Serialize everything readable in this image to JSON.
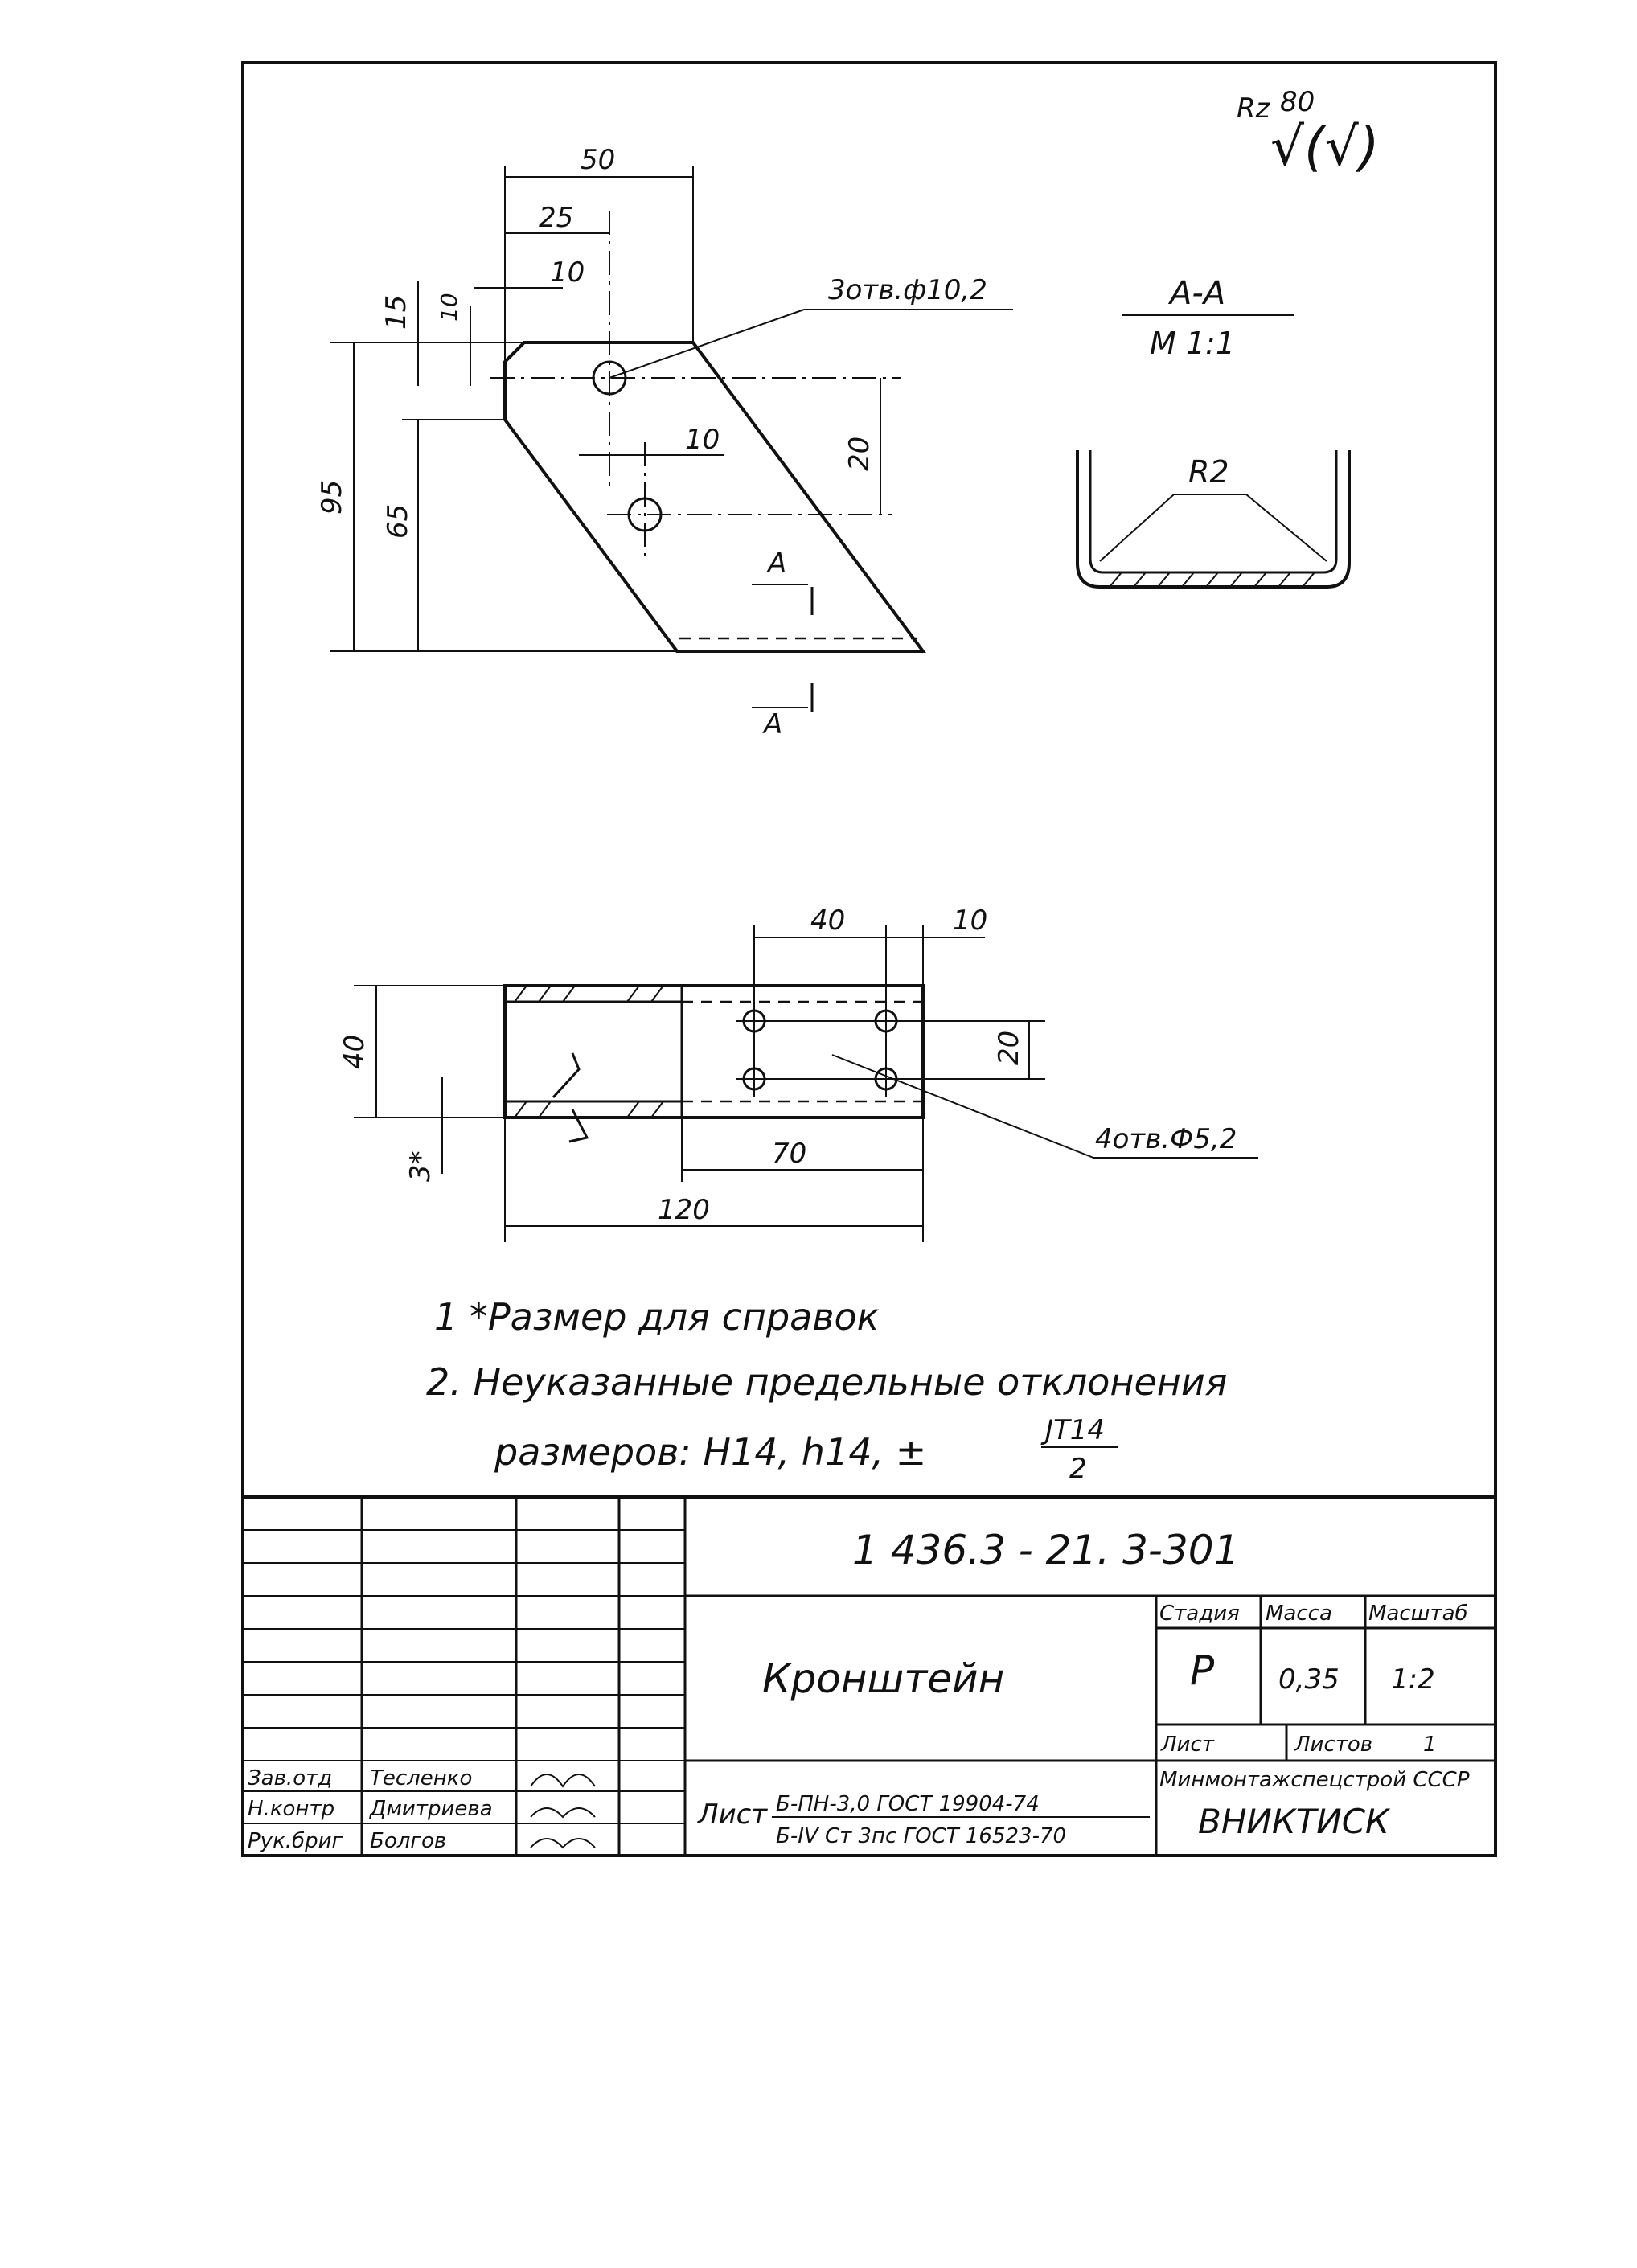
{
  "roughness": {
    "symbol": "Rz",
    "value": "80",
    "marks": "√(√)"
  },
  "view_top": {
    "dim_width": "50",
    "dim_25": "25",
    "dim_10_top": "10",
    "dim_15": "15",
    "dim_10_left": "10",
    "dim_95": "95",
    "dim_65": "65",
    "dim_10_mid": "10",
    "dim_20": "20",
    "hole_callout": "3отв.ф10,2",
    "section_mark": "A"
  },
  "section": {
    "title": "A-A",
    "scale": "M 1:1",
    "radius": "R2"
  },
  "view_bottom": {
    "dim_40_top": "40",
    "dim_10_top": "10",
    "dim_40_left": "40",
    "dim_20": "20",
    "dim_3": "3*",
    "dim_70": "70",
    "dim_120": "120",
    "hole_callout": "4отв.Ф5,2"
  },
  "notes": {
    "n1": "1 *Размер для справок",
    "n2": "2. Неуказанные предельные отклонения",
    "n3_prefix": "размеров: H14, h14, ±",
    "n3_num": "JT14",
    "n3_den": "2"
  },
  "title_block": {
    "doc_number": "1 436.3 - 21.   3-301",
    "part_name": "Кронштейн",
    "col_stage": "Стадия",
    "col_mass": "Масса",
    "col_scale": "Масштаб",
    "stage": "Р",
    "mass": "0,35",
    "scale": "1:2",
    "sheet_label": "Лист",
    "sheets_label": "Листов",
    "sheets_count": "1",
    "ministry": "Минмонтажспецстрой СССР",
    "org": "ВНИКТИСК",
    "mat_prefix": "Лист",
    "mat_top": "Б-ПН-3,0  ГОСТ 19904-74",
    "mat_bottom": "Б-IV Ст 3пс ГОСТ 16523-70",
    "roles": [
      {
        "role": "Зав.отд",
        "name": "Тесленко"
      },
      {
        "role": "Н.контр",
        "name": "Дмитриева"
      },
      {
        "role": "Рук.бриг",
        "name": "Болгов"
      }
    ]
  }
}
